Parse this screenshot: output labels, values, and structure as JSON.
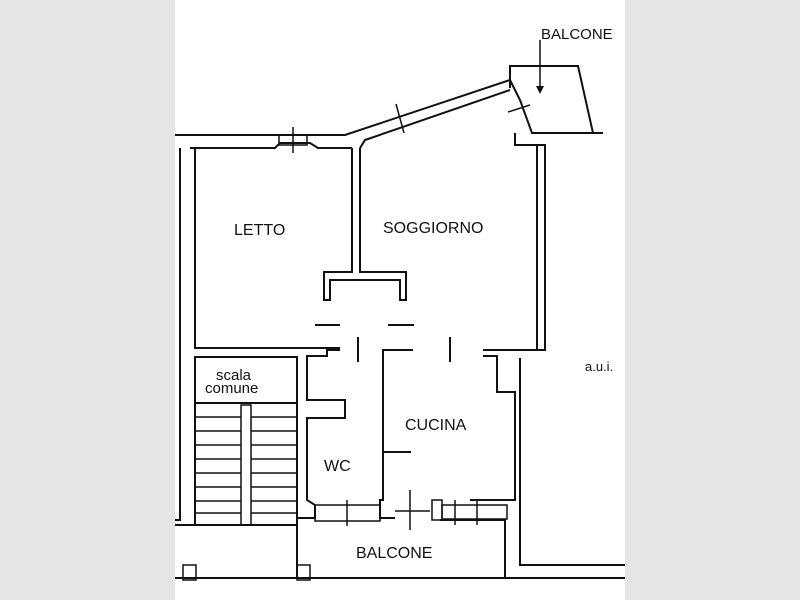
{
  "plan": {
    "rooms": {
      "letto": "LETTO",
      "soggiorno": "SOGGIORNO",
      "cucina": "CUCINA",
      "wc": "WC",
      "scala_line1": "scala",
      "scala_line2": "comune",
      "balcone_bottom": "BALCONE",
      "balcone_top": "BALCONE"
    },
    "adjacent_label": "a.u.i."
  },
  "colors": {
    "background": "#e6e6e6",
    "sheet": "#ffffff",
    "ink": "#111111"
  }
}
